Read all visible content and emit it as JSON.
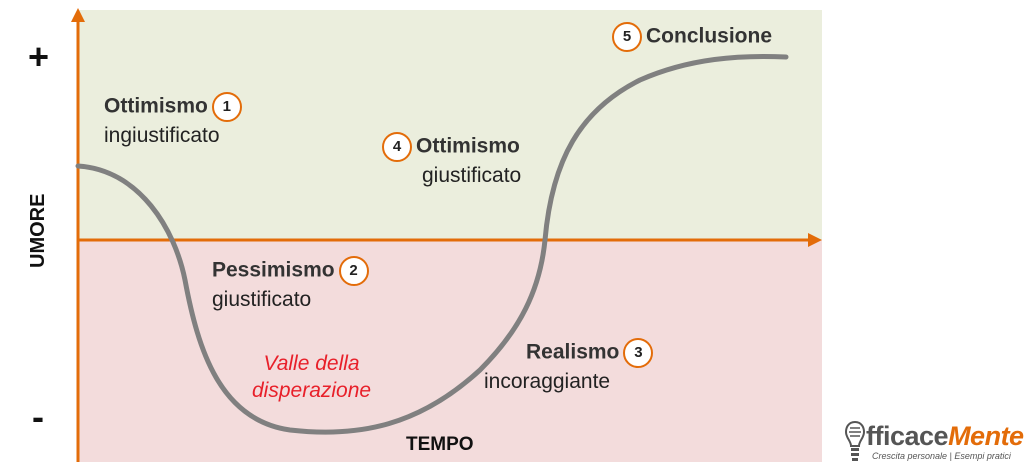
{
  "axes": {
    "y_label": "UMORE",
    "x_label": "TEMPO",
    "plus": "+",
    "minus": "-"
  },
  "stages": [
    {
      "number": "1",
      "bold": "Ottimismo",
      "sub": "ingiustificato"
    },
    {
      "number": "2",
      "bold": "Pessimismo",
      "sub": "giustificato"
    },
    {
      "number": "3",
      "bold": "Realismo",
      "sub": "incoraggiante"
    },
    {
      "number": "4",
      "bold": "Ottimismo",
      "sub": "giustificato"
    },
    {
      "number": "5",
      "bold": "Conclusione",
      "sub": ""
    }
  ],
  "valley": {
    "line1": "Valle della",
    "line2": "disperazione"
  },
  "logo": {
    "main_prefix": "fficace",
    "main_accent": "Mente",
    "tagline_left": "Crescita personale",
    "tagline_right": "Esempi pratici",
    "icon": "lightbulb-icon"
  },
  "colors": {
    "axis": "#e36c09",
    "curve": "#808080",
    "positive_zone": "#ebeedd",
    "negative_zone": "#f3dcdc",
    "valley_text": "#e8202a"
  }
}
